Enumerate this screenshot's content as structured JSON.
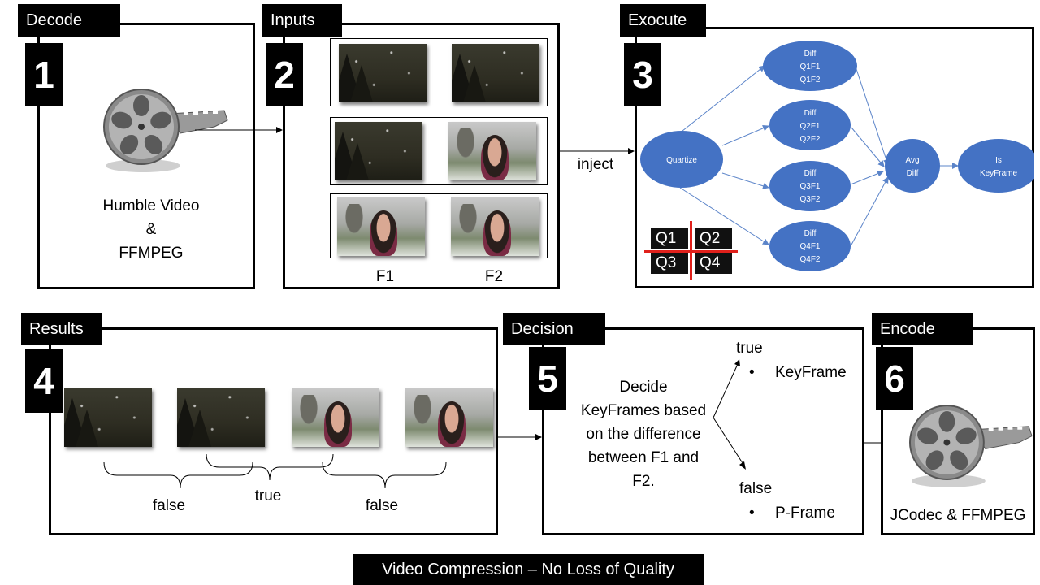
{
  "steps": {
    "decode": {
      "tab": "Decode",
      "number": "1",
      "lines": [
        "Humble Video",
        "&",
        "FFMPEG"
      ]
    },
    "inputs": {
      "tab": "Inputs",
      "number": "2",
      "col1": "F1",
      "col2": "F2",
      "pairs": [
        [
          "snow",
          "snow"
        ],
        [
          "snow",
          "girl"
        ],
        [
          "girl",
          "girl"
        ]
      ]
    },
    "execute": {
      "tab": "Exocute",
      "number": "3"
    },
    "results": {
      "tab": "Results",
      "number": "4",
      "labels": [
        "false",
        "true",
        "false"
      ],
      "frames": [
        "snow",
        "snow",
        "girl",
        "girl"
      ]
    },
    "decision": {
      "tab": "Decision",
      "number": "5",
      "lines": [
        "Decide",
        "KeyFrames based",
        "on the difference",
        "between F1 and",
        "F2."
      ],
      "true_label": "true",
      "true_item": "KeyFrame",
      "false_label": "false",
      "false_item": "P-Frame"
    },
    "encode": {
      "tab": "Encode",
      "number": "6",
      "label": "JCodec & FFMPEG"
    }
  },
  "arrow_label": "inject",
  "graph": {
    "quartize": "Quartize",
    "diffs": [
      [
        "Diff",
        "Q1F1",
        "Q1F2"
      ],
      [
        "Diff",
        "Q2F1",
        "Q2F2"
      ],
      [
        "Diff",
        "Q3F1",
        "Q3F2"
      ],
      [
        "Diff",
        "Q4F1",
        "Q4F2"
      ]
    ],
    "avg": [
      "Avg",
      "Diff"
    ],
    "is_key": [
      "Is",
      "KeyFrame"
    ],
    "node_color": "#4472c4",
    "edge_color": "#5b84c9"
  },
  "quadrants": [
    "Q1",
    "Q2",
    "Q3",
    "Q4"
  ],
  "quadrant_line_color": "#e0201b",
  "caption": "Video Compression – No Loss of Quality"
}
